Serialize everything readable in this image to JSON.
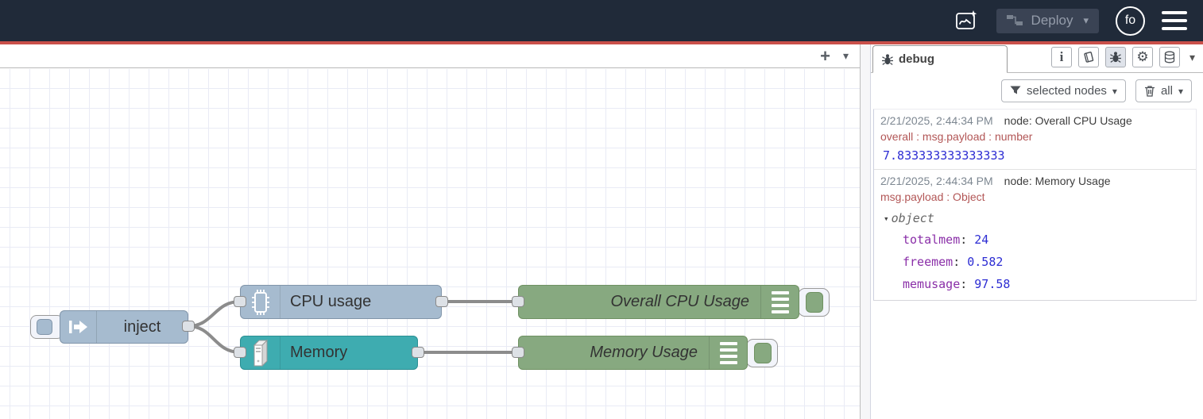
{
  "header": {
    "deploy_label": "Deploy",
    "avatar_text": "fo"
  },
  "icons": {
    "plus": "+",
    "caret_down": "▾",
    "info": "i",
    "gear": "⚙",
    "tree_caret": "▾",
    "colon": ":"
  },
  "canvas": {
    "nodes": {
      "inject": {
        "label": "inject"
      },
      "cpu": {
        "label": "CPU usage"
      },
      "memory": {
        "label": "Memory"
      },
      "overall_cpu": {
        "label": "Overall CPU Usage"
      },
      "memory_usage": {
        "label": "Memory Usage"
      }
    }
  },
  "sidebar": {
    "tab_label": "debug",
    "filter_label": "selected nodes",
    "clear_label": "all",
    "messages": [
      {
        "timestamp": "2/21/2025, 2:44:34 PM",
        "node": "node: Overall CPU Usage",
        "property": "overall : msg.payload : number",
        "value": "7.833333333333333"
      },
      {
        "timestamp": "2/21/2025, 2:44:34 PM",
        "node": "node: Memory Usage",
        "property": "msg.payload : Object",
        "tree": {
          "root": "object",
          "entries": [
            {
              "key": "totalmem",
              "value": "24"
            },
            {
              "key": "freemem",
              "value": "0.582"
            },
            {
              "key": "memusage",
              "value": "97.58"
            }
          ]
        }
      }
    ]
  },
  "colors": {
    "header_bg": "#202a39",
    "alert_line": "#c9504a",
    "inject_node": "#a6bbcf",
    "memory_node": "#3eacb0",
    "debug_node": "#87a980",
    "wire": "#8c8c8c",
    "debug_value_blue": "#2d2dd3",
    "debug_key_purple": "#8a2fa8",
    "debug_property_rose": "#b25656"
  }
}
